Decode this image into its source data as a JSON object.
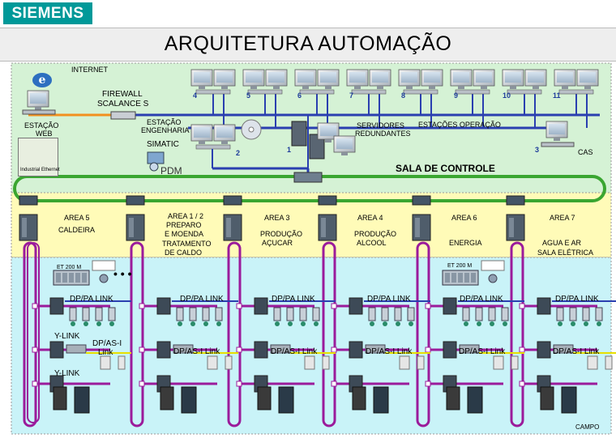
{
  "logo": "SIEMENS",
  "title": "ARQUITETURA AUTOMAÇÃO",
  "top": {
    "internet": "INTERNET",
    "firewall": "FIREWALL",
    "scalance": "SCALANCE S",
    "web_1": "ESTAÇÃO",
    "web_2": "WEB",
    "eng_1": "ESTAÇÃO",
    "eng_2": "ENGENHARIA",
    "simatic": "SIMATIC",
    "pdm": "PDM",
    "industrial": "Industrial Ethernet",
    "servers_1": "SERVIDORES",
    "servers_2": "REDUNDANTES",
    "op_stations": "ESTAÇÕES OPERAÇÃO",
    "cas": "CAS",
    "control_room": "SALA DE CONTROLE",
    "station_numbers": [
      "4",
      "5",
      "6",
      "7",
      "8",
      "9",
      "10",
      "11"
    ],
    "eng_number": "2",
    "server_number": "1",
    "cas_number": "3"
  },
  "areas": [
    {
      "l1": "AREA 5",
      "l2": "CALDEIRA",
      "l3": ""
    },
    {
      "l1": "AREA 1 / 2",
      "l2": "PREPARO",
      "l3": "E MOENDA",
      "l4": "TRATAMENTO",
      "l5": "DE CALDO"
    },
    {
      "l1": "AREA 3",
      "l2": "PRODUÇÃO",
      "l3": "AÇUCAR"
    },
    {
      "l1": "AREA 4",
      "l2": "PRODUÇÃO",
      "l3": "ALCOOL"
    },
    {
      "l1": "AREA 6",
      "l2": "ENERGIA",
      "l3": ""
    },
    {
      "l1": "AREA 7",
      "l2": "AGUA E AR",
      "l3": "SALA ELÉTRICA"
    }
  ],
  "field": {
    "et200m": "ET 200 M",
    "dppa": "DP/PA LINK",
    "dpasi": "DP/AS-I Link",
    "dpasi_1": "DP/AS-I",
    "dpasi_2": "Link",
    "ylink": "Y-LINK",
    "dots": "• • •",
    "campo": "CAMPO"
  },
  "colors": {
    "green_bus": "#3aa631",
    "ethernet": "#2a3fb0",
    "profibus": "#9b1b9b",
    "internet_line": "#f2901e",
    "asi_line": "#e8e000"
  }
}
